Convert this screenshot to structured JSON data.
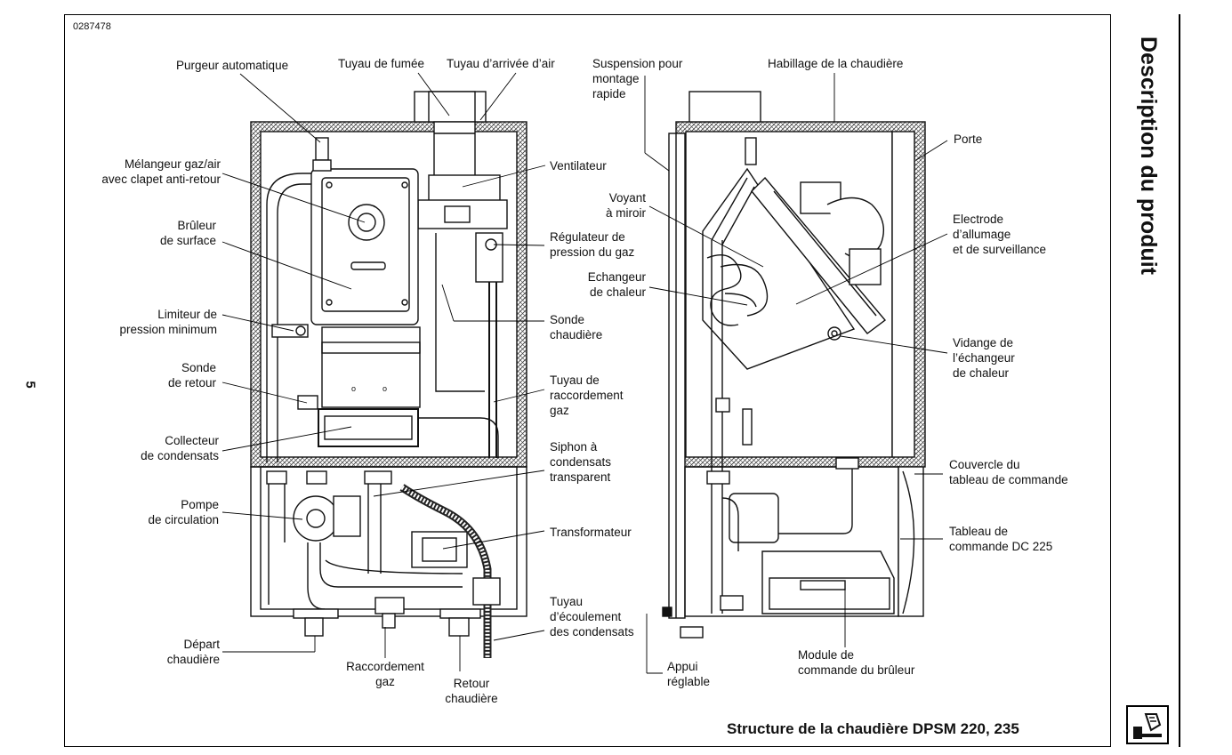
{
  "document": {
    "id": "0287478",
    "page_number": "5",
    "side_title": "Description du produit",
    "figure_title": "Structure de la chaudière DPSM 220,  235"
  },
  "labels_front": {
    "purgeur": "Purgeur automatique",
    "tuyau_fumee": "Tuyau de fumée",
    "tuyau_air": "Tuyau d’arrivée d’air",
    "melangeur": "Mélangeur gaz/air\navec clapet anti-retour",
    "ventilateur": "Ventilateur",
    "bruleur": "Brûleur\nde surface",
    "regulateur": "Régulateur de\npression du gaz",
    "limiteur": "Limiteur de\npression minimum",
    "sonde_chaudiere": "Sonde\nchaudière",
    "sonde_retour": "Sonde\nde retour",
    "tuyau_gaz": "Tuyau de\nraccordement\ngaz",
    "collecteur": "Collecteur\nde condensats",
    "siphon": "Siphon à\ncondensats\ntransparent",
    "pompe": "Pompe\nde circulation",
    "transformateur": "Transformateur",
    "tuyau_ecoulement": "Tuyau\nd’écoulement\ndes condensats",
    "depart": "Départ\nchaudière",
    "raccord_gaz": "Raccordement\ngaz",
    "retour": "Retour\nchaudière"
  },
  "labels_side": {
    "suspension": "Suspension pour\nmontage\nrapide",
    "habillage": "Habillage de la chaudière",
    "porte": "Porte",
    "voyant": "Voyant\nà miroir",
    "electrode": "Electrode\nd’allumage\net de surveillance",
    "echangeur": "Echangeur\nde chaleur",
    "vidange": "Vidange de\nl’échangeur\nde chaleur",
    "couvercle": "Couvercle du\ntableau de commande",
    "tableau": "Tableau de\ncommande DC 225",
    "appui": "Appui\nréglable",
    "module": "Module de\ncommande du brûleur"
  }
}
